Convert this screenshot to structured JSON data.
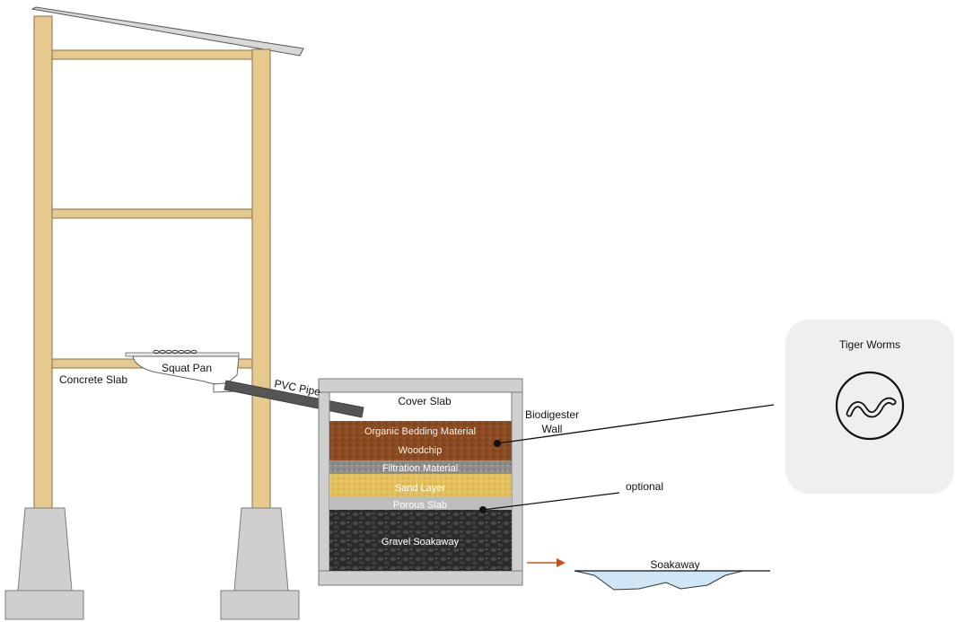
{
  "labels": {
    "concrete_slab": "Concrete Slab",
    "squat_pan": "Squat Pan",
    "pvc_pipe": "PVC Pipe",
    "cover_slab": "Cover Slab",
    "biodigester_wall_line1": "Biodigester",
    "biodigester_wall_line2": "Wall",
    "organic_bedding": "Organic Bedding Material",
    "woodchip": "Woodchip",
    "filtration": "Filtration Material",
    "sand_layer": "Sand Layer",
    "porous_slab": "Porous Slab",
    "gravel_soakaway": "Gravel Soakaway",
    "optional": "optional",
    "soakaway": "Soakaway",
    "tiger_worms": "Tiger Worms"
  },
  "icons": {
    "worm": "worm-icon",
    "flow_arrow": "arrow-right-icon"
  },
  "colors": {
    "timber": "#e6c98f",
    "concrete": "#cfcfcf",
    "organic": "#8b4a22",
    "filtration": "#8e8e8e",
    "sand": "#e3c15e",
    "porous": "#b9b9b9",
    "gravel": "#2e2e2e",
    "water": "#cfe6f7",
    "arrow": "#c0561a",
    "callout_bg": "#efefef"
  }
}
